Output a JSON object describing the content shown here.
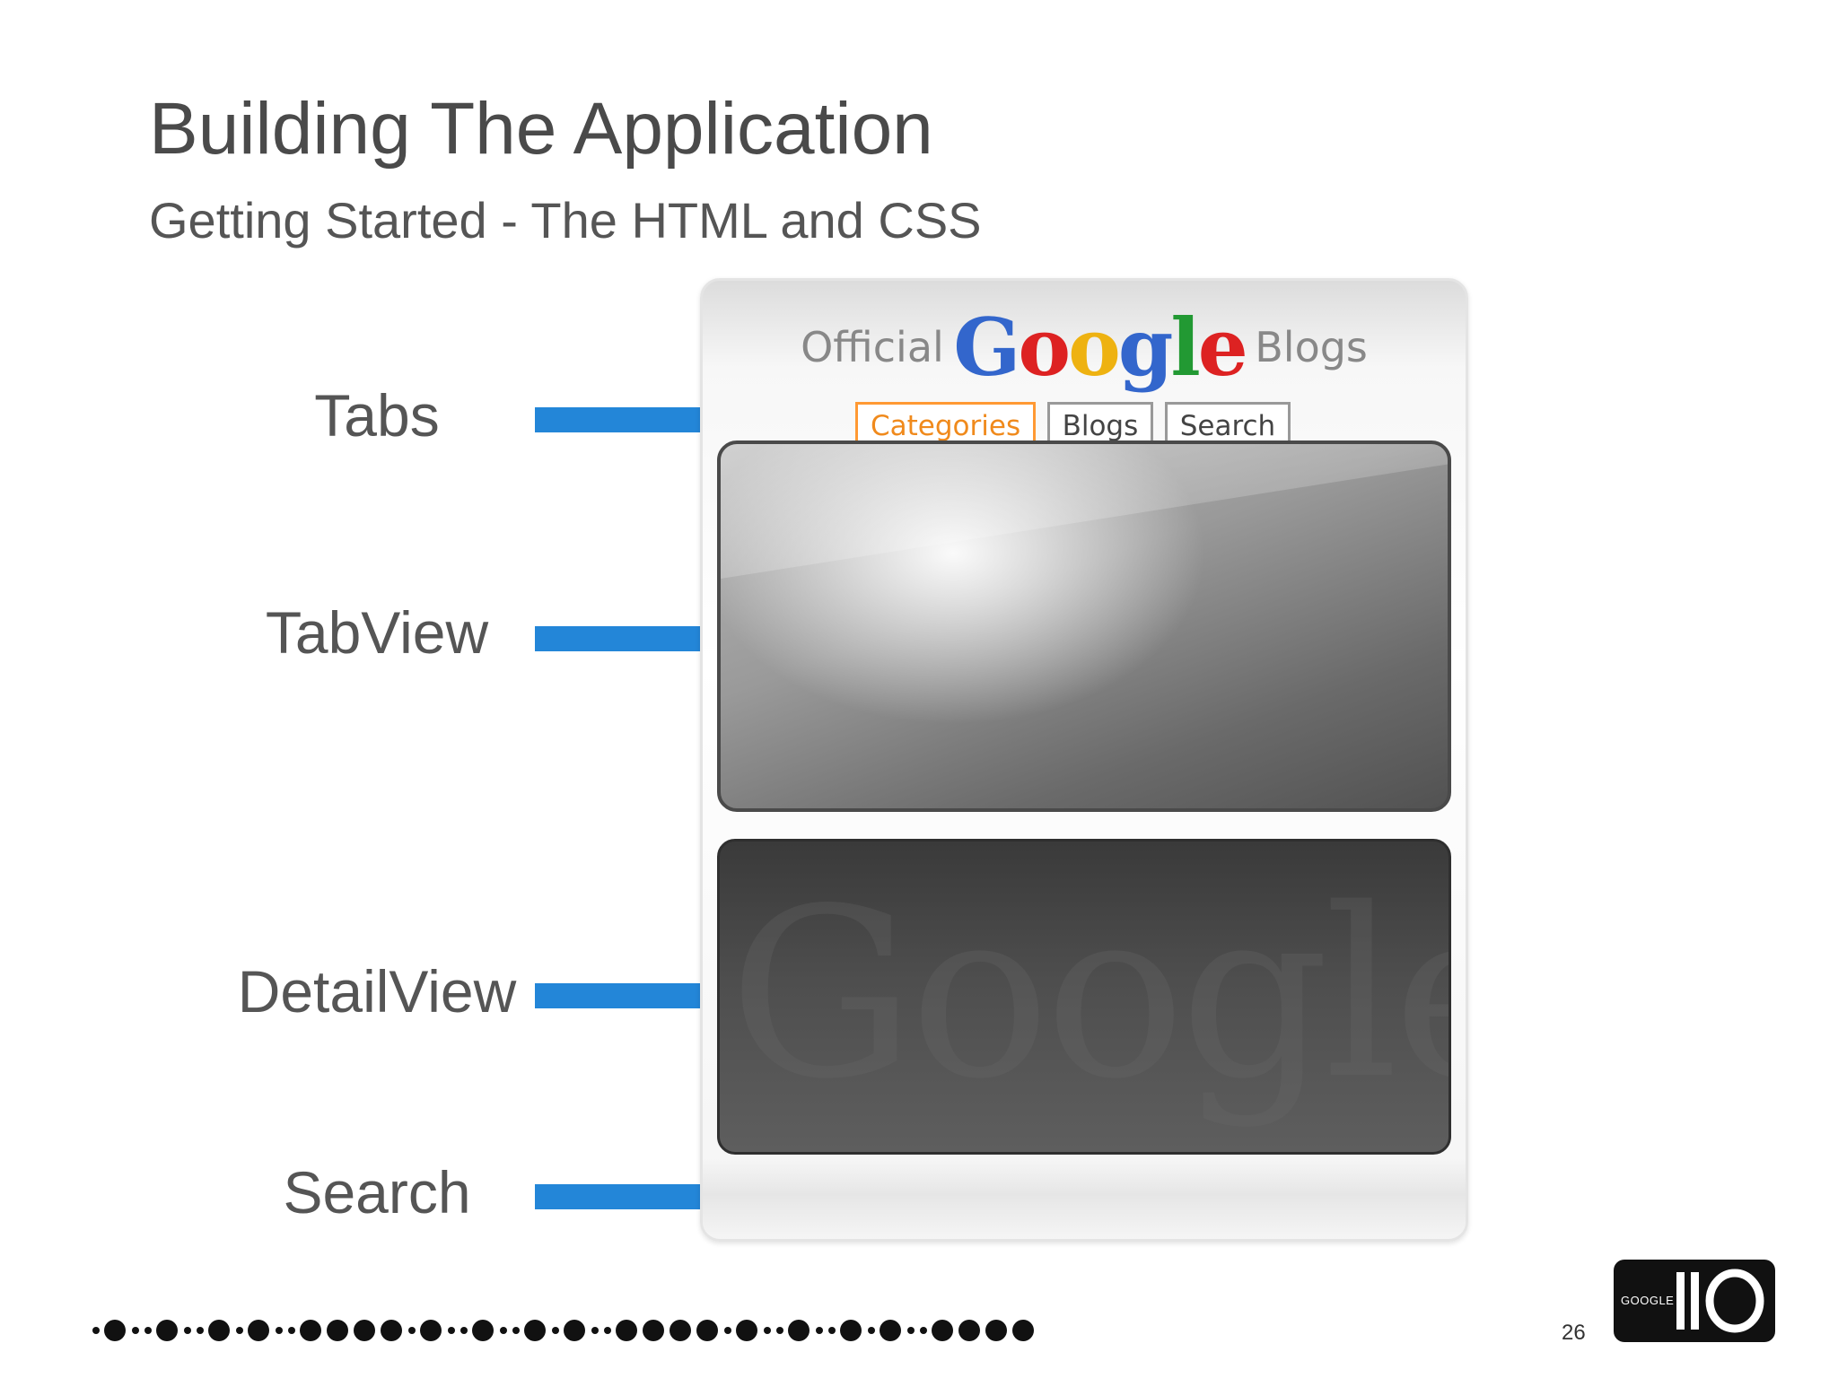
{
  "slide": {
    "title": "Building The Application",
    "subtitle": "Getting Started - The HTML and CSS",
    "page_number": "26"
  },
  "callouts": [
    "Tabs",
    "TabView",
    "DetailView",
    "Search"
  ],
  "mockup": {
    "logo": {
      "prefix": "Official",
      "brand": "Google",
      "suffix": "Blogs"
    },
    "tabs": [
      {
        "label": "Categories",
        "active": true
      },
      {
        "label": "Blogs",
        "active": false
      },
      {
        "label": "Search",
        "active": false
      }
    ],
    "watermark": "Google"
  },
  "footer": {
    "logo_text": "GOOGLE"
  },
  "colors": {
    "arrow": "#2386d8",
    "active_tab": "#ff9933",
    "google_blue": "#3366cc",
    "google_red": "#dd2222",
    "google_yellow": "#eeb211",
    "google_green": "#229933"
  }
}
